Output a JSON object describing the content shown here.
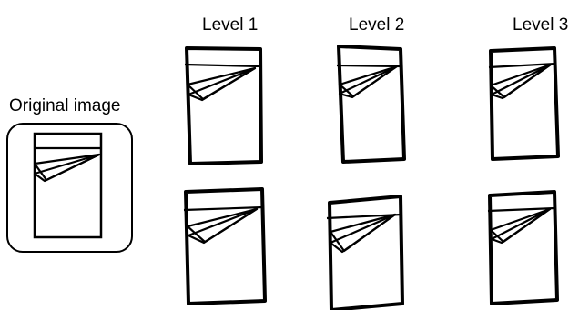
{
  "labels": {
    "original": "Original image",
    "level1": "Level 1",
    "level2": "Level 2",
    "level3": "Level 3"
  }
}
